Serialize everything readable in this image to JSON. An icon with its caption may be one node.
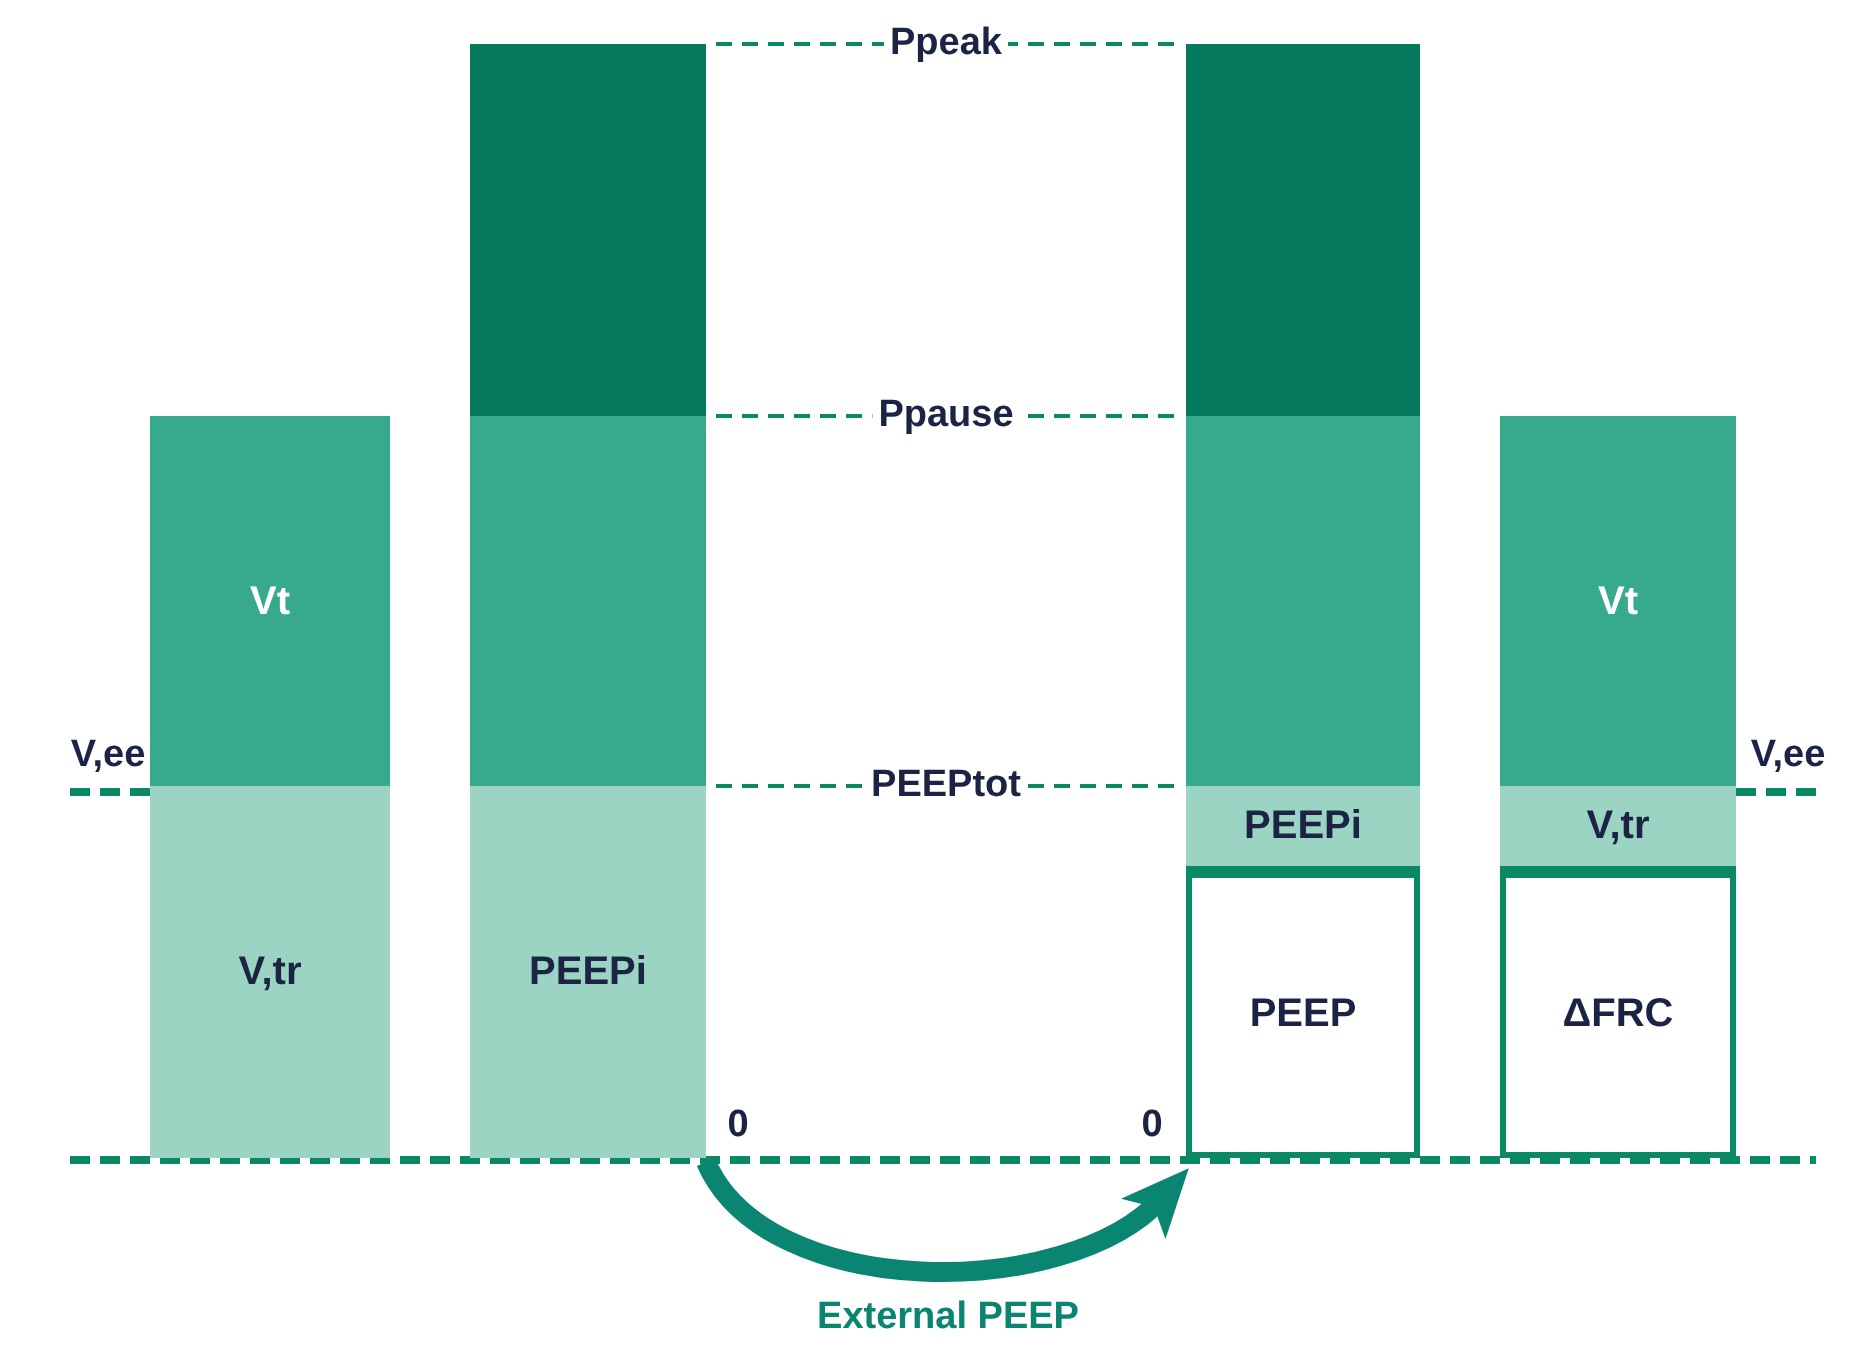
{
  "diagram": {
    "nodes": [
      {
        "text": [
          "Vt"
        ]
      },
      {
        "text": [
          "V,tr"
        ]
      },
      {
        "text": [],
        "shape": "box"
      },
      {
        "text": [],
        "shape": "box"
      },
      {
        "text": [
          "PEEPi"
        ]
      },
      {
        "text": [],
        "shape": "box"
      },
      {
        "text": [],
        "shape": "box"
      },
      {
        "text": [
          "PEEPi"
        ]
      },
      {
        "text": [
          "PEEP"
        ]
      },
      {
        "text": [
          "Vt"
        ]
      },
      {
        "text": [
          "V,tr"
        ]
      },
      {
        "text": [
          "ΔFRC"
        ]
      }
    ],
    "edges": [
      {
        "from": 4,
        "to": 8,
        "arrow": "to",
        "label": "External PEEP"
      }
    ],
    "labels": [
      "Ppeak",
      "Ppause",
      "V,ee",
      "PEEPtot",
      "V,ee",
      "0",
      "0"
    ]
  }
}
